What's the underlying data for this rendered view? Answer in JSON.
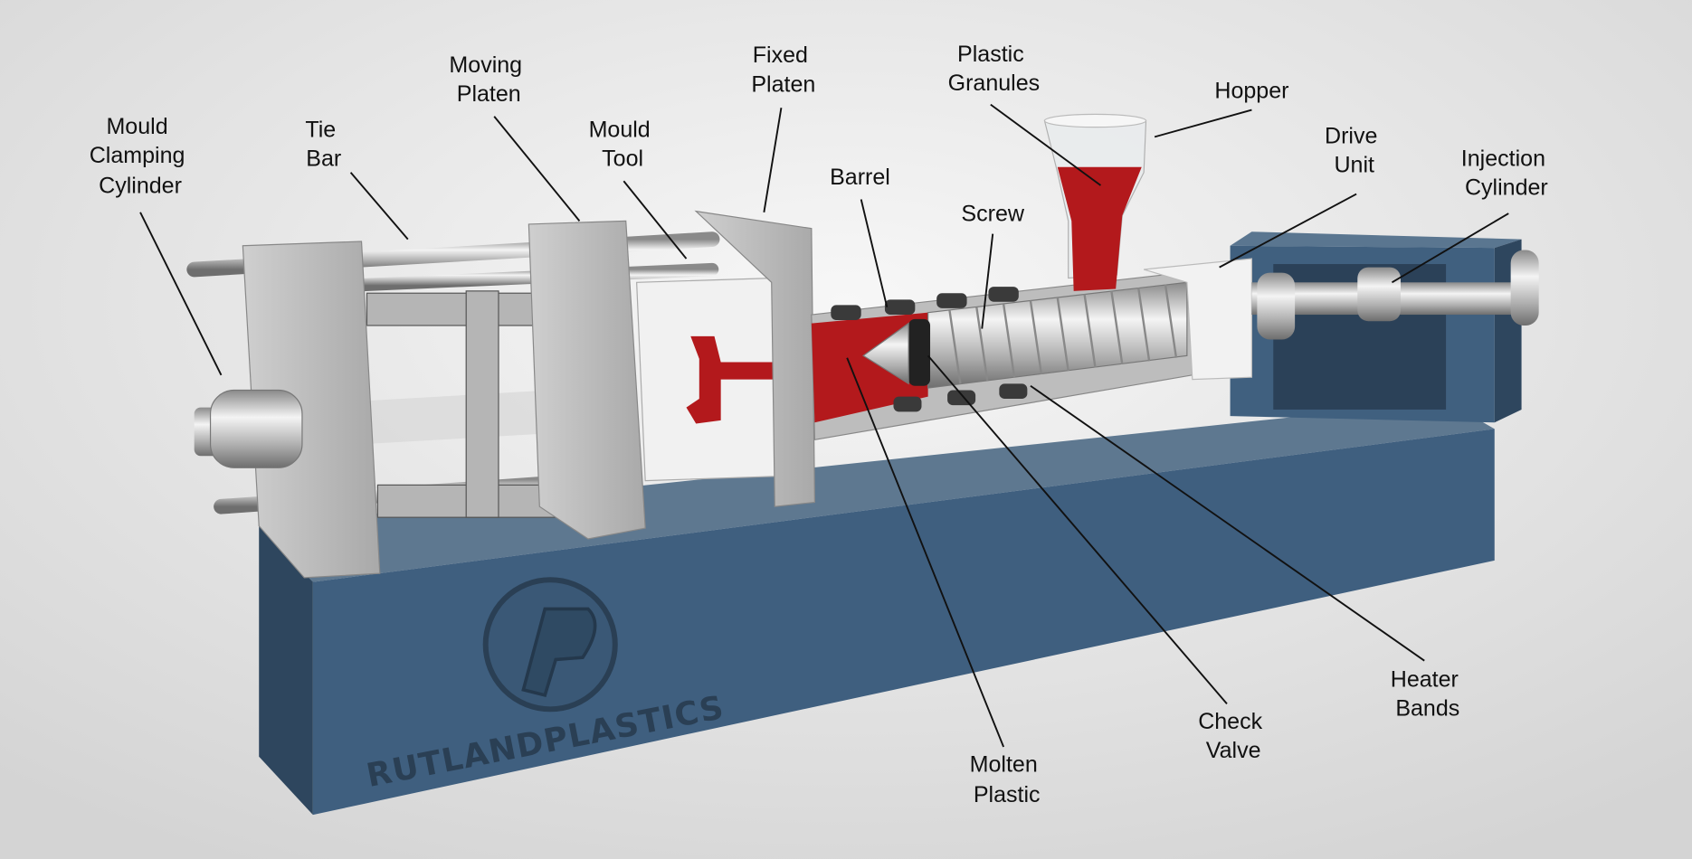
{
  "brand": {
    "name": "RUTLANDPLASTICS"
  },
  "colors": {
    "base": "#3f5f7f",
    "molten": "#b3191c",
    "steel": "#c2c2c2",
    "mould": "#efefef"
  },
  "labels": {
    "mould_clamping_cylinder": [
      "Mould",
      "Clamping",
      "Cylinder"
    ],
    "tie_bar": [
      "Tie",
      "Bar"
    ],
    "moving_platen": [
      "Moving",
      "Platen"
    ],
    "mould_tool": [
      "Mould",
      "Tool"
    ],
    "fixed_platen": [
      "Fixed",
      "Platen"
    ],
    "barrel": [
      "Barrel"
    ],
    "plastic_granules": [
      "Plastic",
      "Granules"
    ],
    "screw": [
      "Screw"
    ],
    "hopper": [
      "Hopper"
    ],
    "drive_unit": [
      "Drive",
      "Unit"
    ],
    "injection_cylinder": [
      "Injection",
      "Cylinder"
    ],
    "molten_plastic": [
      "Molten",
      "Plastic"
    ],
    "check_valve": [
      "Check",
      "Valve"
    ],
    "heater_bands": [
      "Heater",
      "Bands"
    ]
  }
}
